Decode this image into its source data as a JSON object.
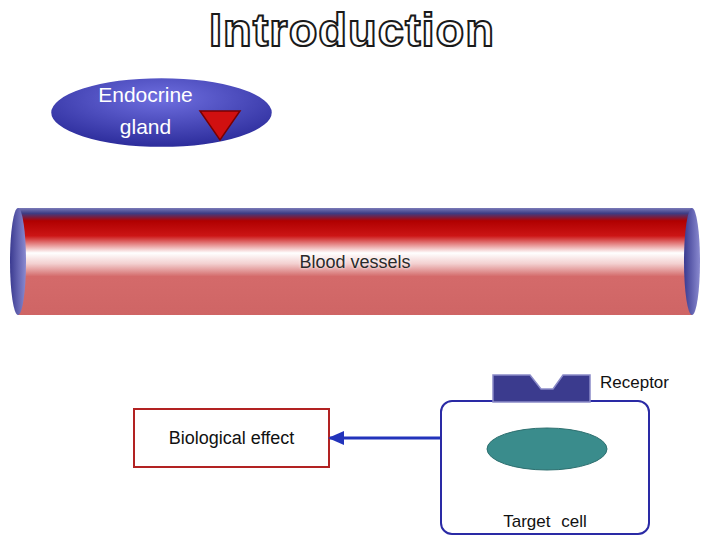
{
  "diagram": {
    "title": "Introduction",
    "nodes": [
      {
        "text": [
          "Endocrine gland"
        ]
      },
      {
        "text": [
          "Blood vessels"
        ]
      },
      {
        "text": [
          "Biological effect"
        ]
      },
      {
        "text": [
          "Target cell"
        ]
      }
    ],
    "edges": [
      {
        "from": 3,
        "to": 2,
        "arrow": "to"
      }
    ],
    "labels": [
      "Receptor"
    ]
  }
}
